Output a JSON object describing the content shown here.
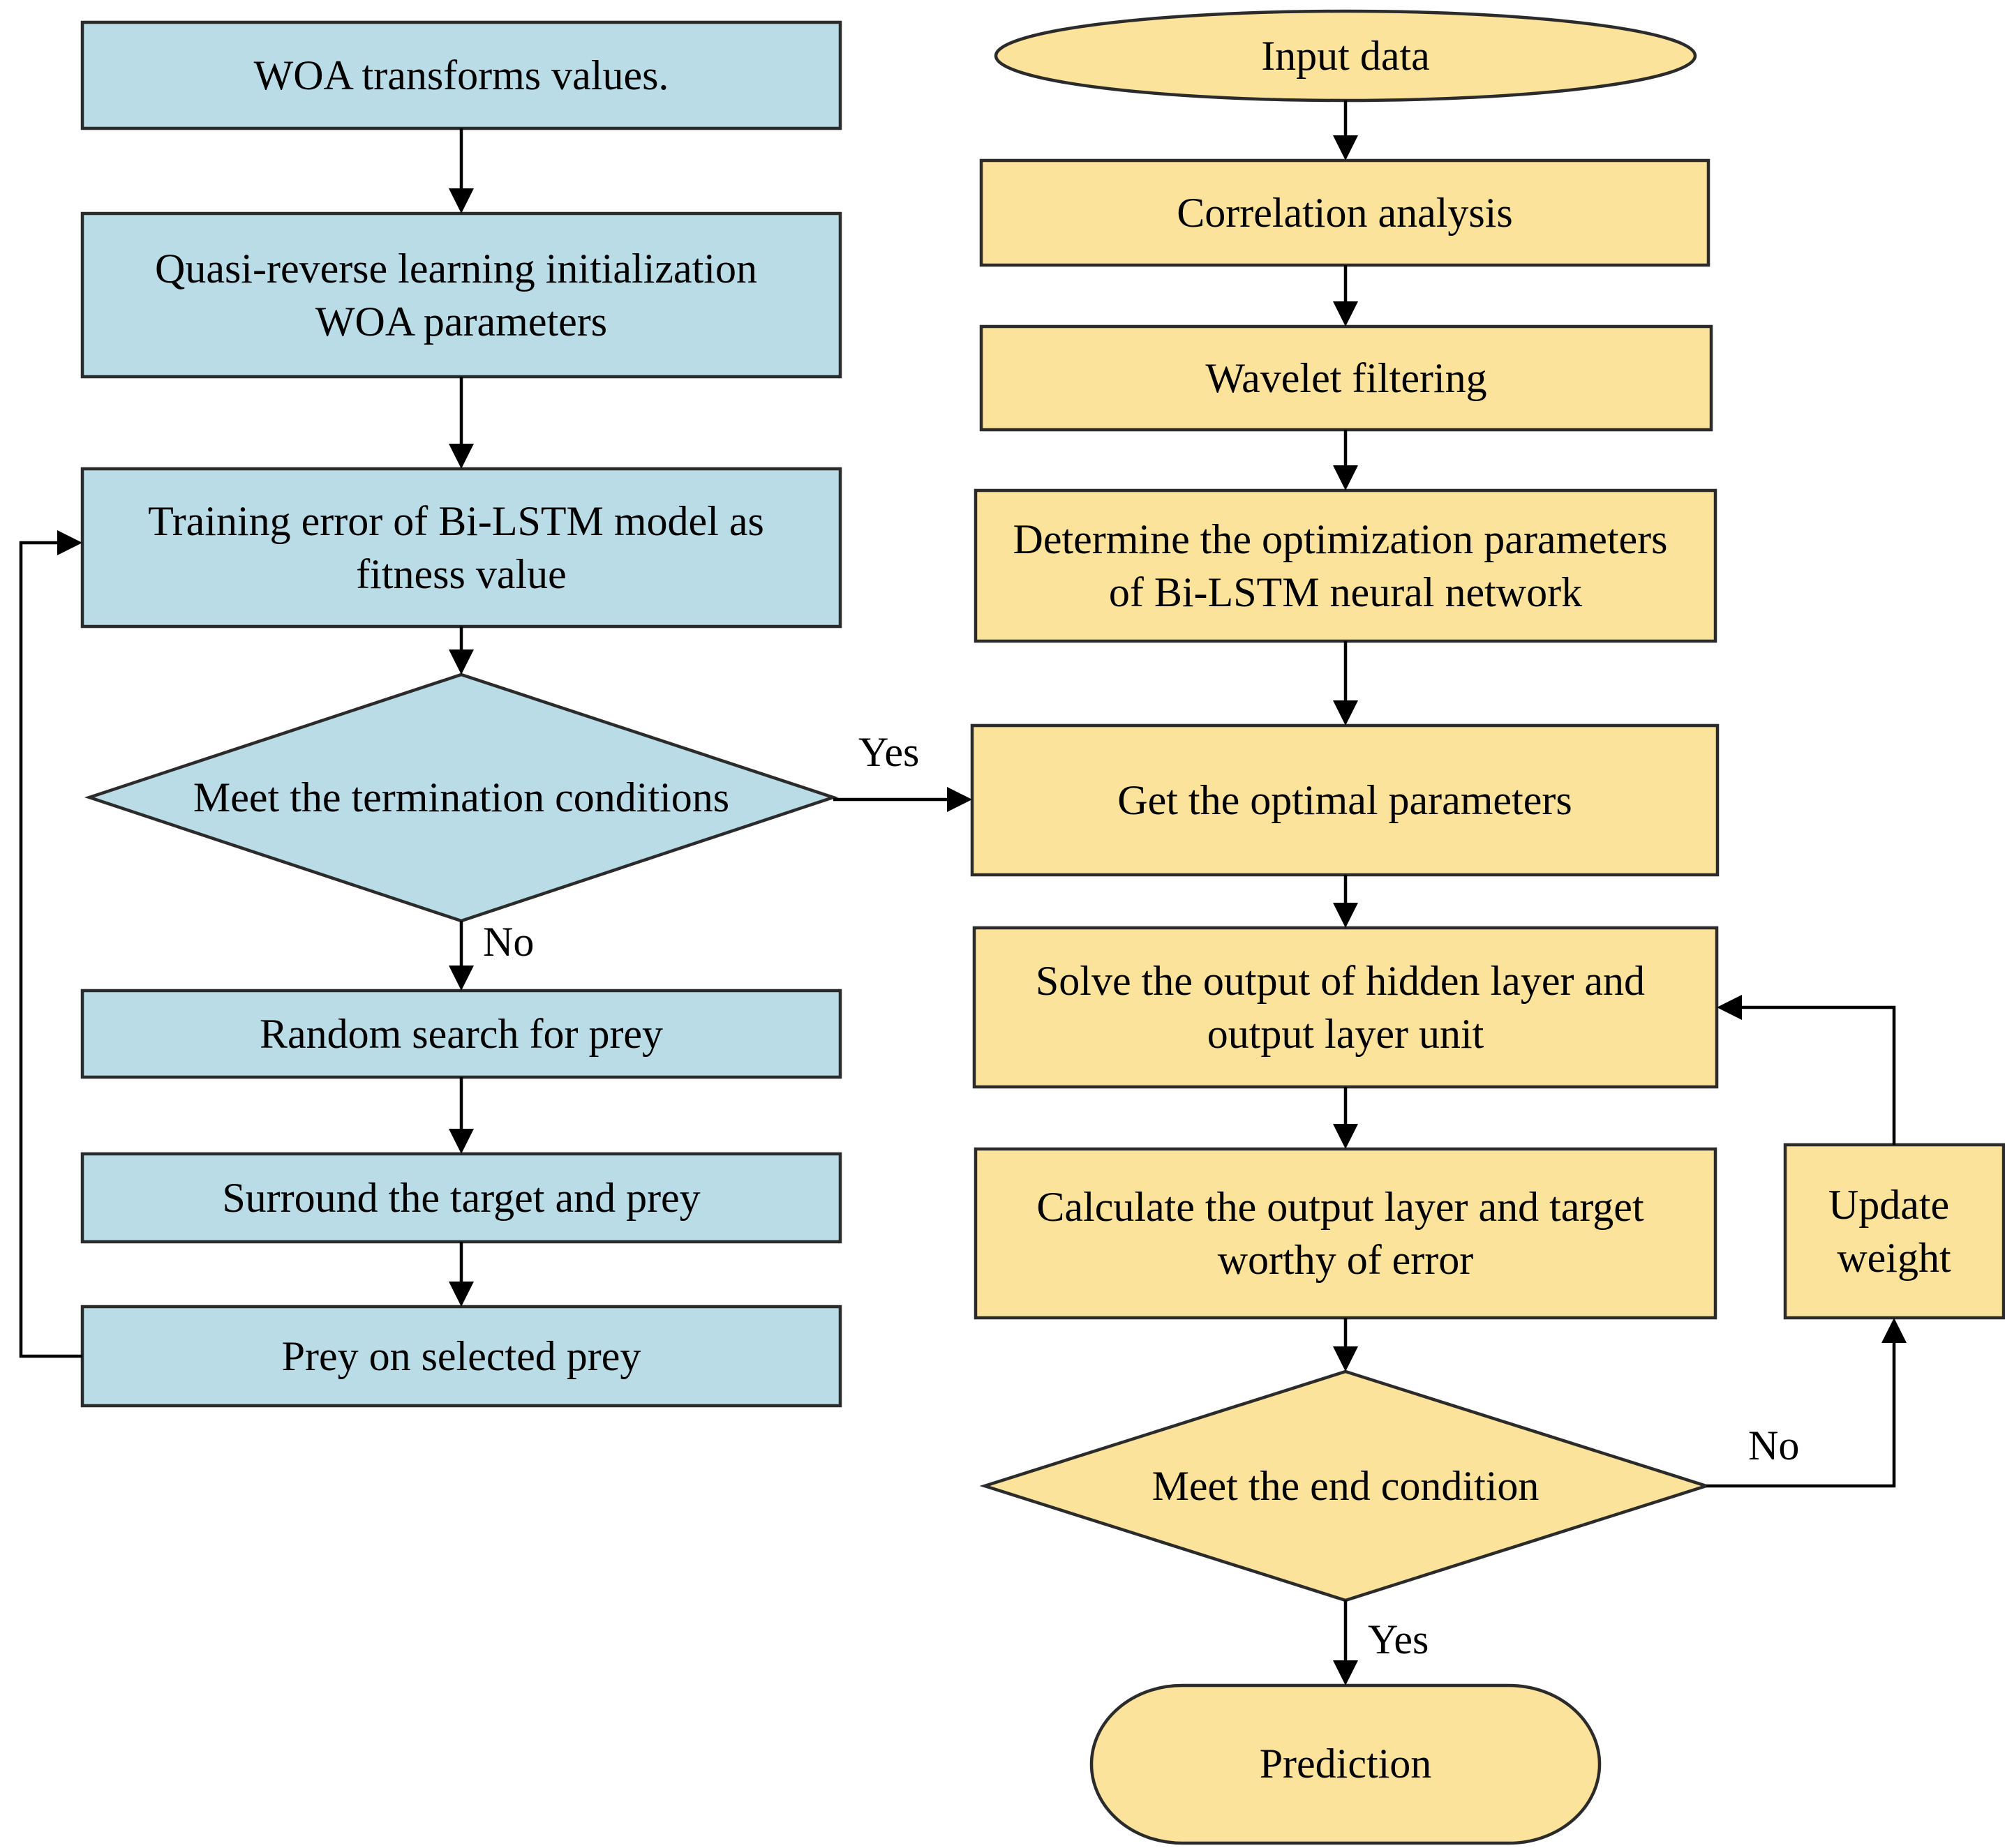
{
  "colors": {
    "left_fill": "#BADCE6",
    "right_fill": "#FCE39C",
    "stroke": "#2b2b2b"
  },
  "left": {
    "woa_transform": [
      "WOA transforms values."
    ],
    "init": [
      "Quasi-reverse learning initialization",
      "WOA parameters"
    ],
    "fitness": [
      "Training error of Bi-LSTM model as",
      "fitness value"
    ],
    "termination": [
      "Meet the termination conditions"
    ],
    "random_search": [
      "Random search for prey"
    ],
    "surround": [
      "Surround the target and prey"
    ],
    "prey_on": [
      "Prey on selected prey"
    ]
  },
  "right": {
    "input": [
      "Input data"
    ],
    "correlation": [
      "Correlation analysis"
    ],
    "wavelet": [
      "Wavelet filtering"
    ],
    "determine": [
      "Determine the optimization parameters",
      "of Bi-LSTM neural network"
    ],
    "optimal": [
      "Get the optimal parameters"
    ],
    "solve": [
      "Solve the output of hidden layer and",
      "output layer unit"
    ],
    "calculate": [
      "Calculate the output layer and target",
      "worthy of error"
    ],
    "end_condition": [
      "Meet the end condition"
    ],
    "update": [
      "Update",
      "weight"
    ],
    "prediction": [
      "Prediction"
    ]
  },
  "edges": {
    "yes_to_optimal": "Yes",
    "no_to_random": "No",
    "no_to_update": "No",
    "yes_to_prediction": "Yes"
  }
}
